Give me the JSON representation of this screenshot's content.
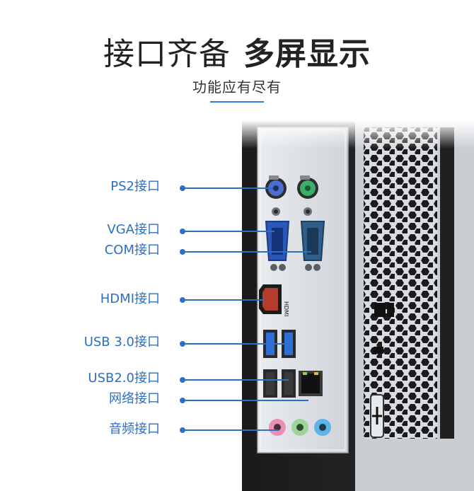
{
  "header": {
    "title_part1": "接口齐备",
    "title_part2": "多屏显示",
    "subtitle": "功能应有尽有"
  },
  "ports": [
    {
      "label": "PS2接口"
    },
    {
      "label": "VGA接口"
    },
    {
      "label": "COM接口"
    },
    {
      "label": "HDMI接口"
    },
    {
      "label": "USB 3.0接口"
    },
    {
      "label": "USB2.0接口"
    },
    {
      "label": "网络接口"
    },
    {
      "label": "音频接口"
    }
  ],
  "back_panel": {
    "hdmi_text": "HDMI"
  },
  "colors": {
    "accent": "#2b6fc7",
    "underline": "#2b7bd6",
    "ps2_keyboard": "#4a6fd0",
    "ps2_mouse": "#3cae6a",
    "vga": "#2b58b8",
    "com": "#2f5f8a",
    "usb3": "#2e6fd8",
    "audio_pink": "#e891b2",
    "audio_green": "#9fd39a",
    "audio_blue": "#5db4e6"
  }
}
